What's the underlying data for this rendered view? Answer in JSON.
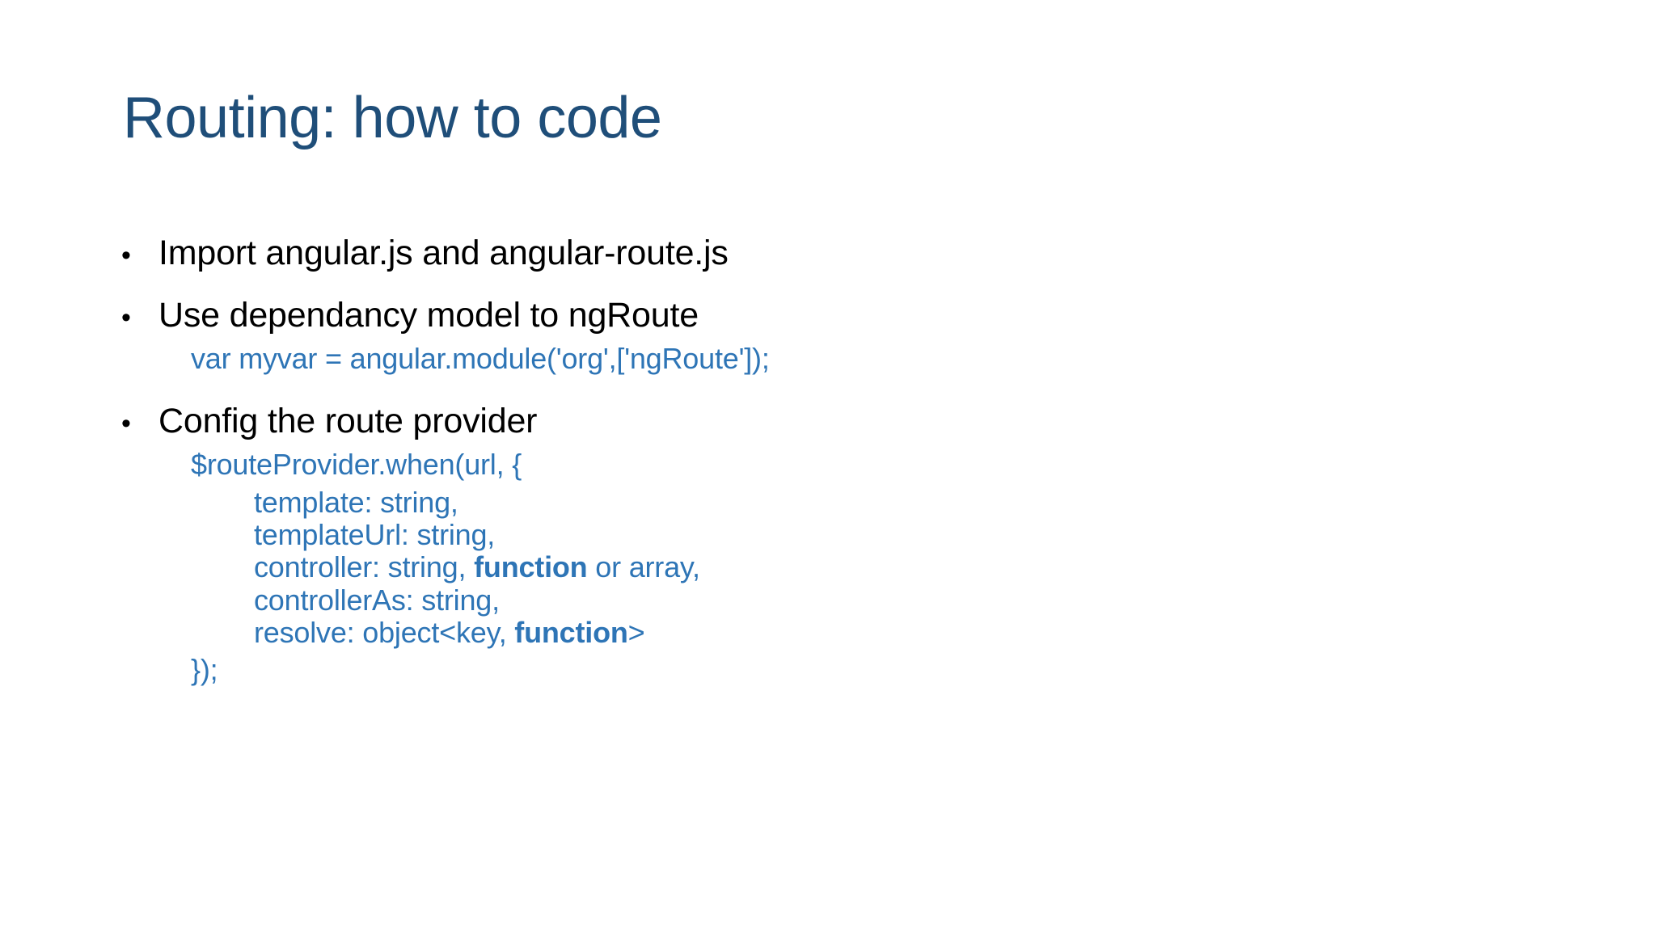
{
  "slide": {
    "title": "Routing: how to code",
    "background_color": "#FFFFFF",
    "title_color": "#1F4E79",
    "bullet_text_color": "#000000",
    "code_color": "#2E75B6",
    "bullets": [
      {
        "marker": "•",
        "text": "Import angular.js and angular-route.js"
      },
      {
        "marker": "•",
        "text": "Use dependancy model to ngRoute"
      },
      {
        "marker": "•",
        "text": "Config the route provider"
      }
    ],
    "code_module_line": "var myvar = angular.module('org',['ngRoute']);",
    "code_block": {
      "open_line": "$routeProvider.when(url, {",
      "properties": [
        {
          "prefix": "template: string,",
          "bold": "",
          "suffix": ""
        },
        {
          "prefix": "templateUrl: string,",
          "bold": "",
          "suffix": ""
        },
        {
          "prefix": "controller: string, ",
          "bold": "function",
          "suffix": " or array,"
        },
        {
          "prefix": "controllerAs: string,",
          "bold": "",
          "suffix": ""
        },
        {
          "prefix": "resolve: object<key, ",
          "bold": "function",
          "suffix": ">"
        }
      ],
      "close_line": "});"
    }
  }
}
